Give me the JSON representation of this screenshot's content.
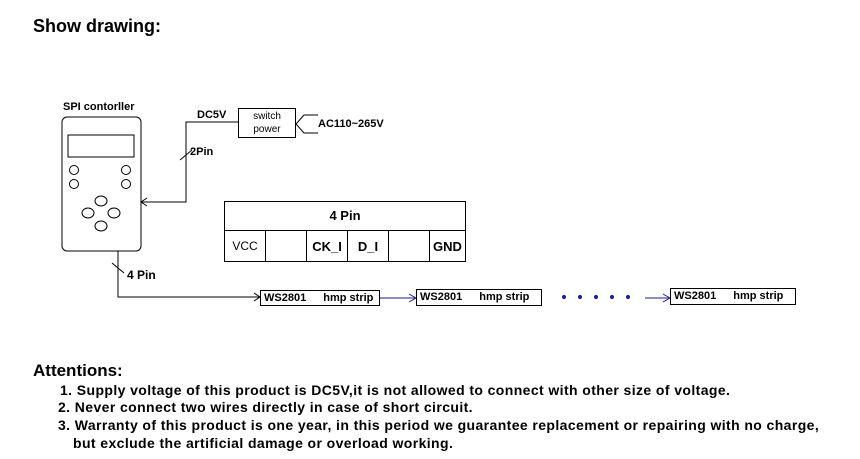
{
  "title": "Show drawing:",
  "diagram": {
    "controller_label": "SPI contorller",
    "dc5v": "DC5V",
    "switch_power_line1": "switch",
    "switch_power_line2": "power",
    "ac_input": "AC110~265V",
    "pin2": "2Pin",
    "pin4_wire": "4 Pin",
    "connector": {
      "header": "4 Pin",
      "cells": [
        "VCC",
        "",
        "CK_I",
        "D_I",
        "",
        "GND"
      ]
    },
    "strips": [
      {
        "model": "WS2801",
        "name": "hmp strip"
      },
      {
        "model": "WS2801",
        "name": "hmp strip"
      },
      {
        "model": "WS2801",
        "name": "hmp strip"
      }
    ]
  },
  "attentions": {
    "heading": "Attentions:",
    "items": [
      "1. Supply voltage of this product is DC5V,it is not allowed to connect with other size of voltage.",
      "2. Never connect two wires directly in case of short circuit.",
      "3. Warranty of this product is one year, in this period we guarantee replacement or repairing with no charge,",
      "but exclude the artificial damage or overload working."
    ]
  }
}
